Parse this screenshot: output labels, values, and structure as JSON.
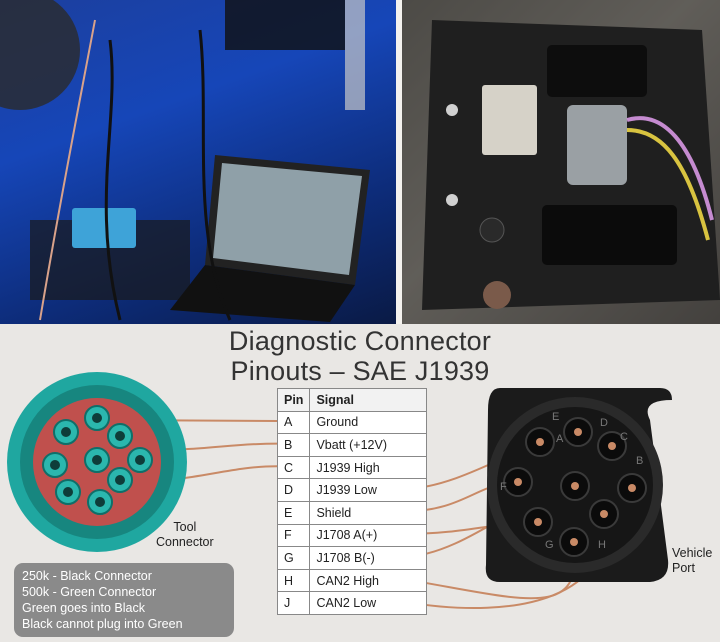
{
  "title": {
    "line1": "Diagnostic Connector",
    "line2": "Pinouts – SAE J1939"
  },
  "table": {
    "header_pin": "Pin",
    "header_signal": "Signal",
    "rows": [
      {
        "pin": "A",
        "signal": "Ground"
      },
      {
        "pin": "B",
        "signal": "Vbatt (+12V)"
      },
      {
        "pin": "C",
        "signal": "J1939 High"
      },
      {
        "pin": "D",
        "signal": "J1939 Low"
      },
      {
        "pin": "E",
        "signal": "Shield"
      },
      {
        "pin": "F",
        "signal": "J1708 A(+)"
      },
      {
        "pin": "G",
        "signal": "J1708 B(-)"
      },
      {
        "pin": "H",
        "signal": "CAN2 High"
      },
      {
        "pin": "J",
        "signal": "CAN2 Low"
      }
    ]
  },
  "tool_label": {
    "line1": "Tool",
    "line2": "Connector"
  },
  "vehicle_label": {
    "line1": "Vehicle",
    "line2": "Port"
  },
  "info": [
    "250k - Black Connector",
    "500k - Green Connector",
    "Green goes into Black",
    "Black cannot plug into Green"
  ],
  "port_letters": [
    "A",
    "B",
    "C",
    "D",
    "E",
    "F",
    "G",
    "H"
  ],
  "colors": {
    "wire": "#c98a66",
    "tool_ring": "#1fa7a0",
    "tool_face": "#c0504d",
    "port_body": "#1b1b1b"
  }
}
